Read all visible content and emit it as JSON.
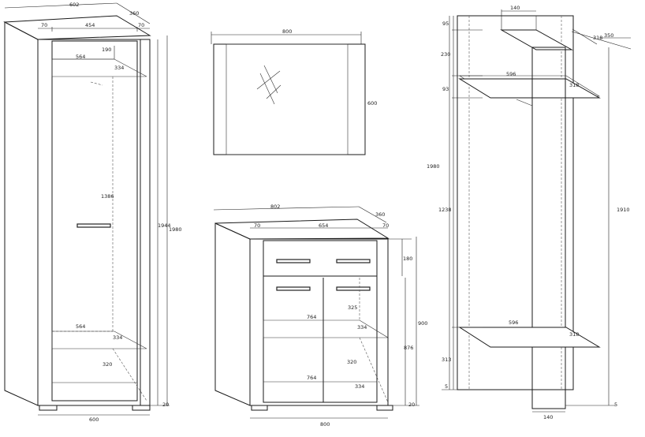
{
  "wardrobe": {
    "w_top": "602",
    "d_top": "360",
    "side_l": "70",
    "inner": "454",
    "side_r": "70",
    "shelf_top": "190",
    "shelf_w1": "564",
    "shelf_d1": "334",
    "inner_h": "1386",
    "h_inner": "1944",
    "h_total": "1980",
    "shelf_w2": "564",
    "shelf_d2": "334",
    "base_h": "320",
    "plinth": "20",
    "w_bottom": "600"
  },
  "mirror": {
    "w": "800",
    "h": "600"
  },
  "commode": {
    "w_top": "802",
    "d_top": "360",
    "side_l": "70",
    "inner": "654",
    "side_r": "70",
    "drawer_h": "180",
    "h_total": "900",
    "h_body": "876",
    "shelf_w1": "764",
    "shelf_d0": "325",
    "shelf_d1": "334",
    "lower_h": "320",
    "shelf_w2": "764",
    "shelf_d2": "334",
    "plinth": "20",
    "w_bottom": "800"
  },
  "hanger": {
    "w_top": "140",
    "d_top1": "318",
    "d_top2": "350",
    "h_top": "95",
    "gap1": "230",
    "h2": "93",
    "shelf_w1": "596",
    "shelf_d1": "318",
    "h_total": "1980",
    "h_mid": "1238",
    "h_panel": "1910",
    "shelf_w2": "596",
    "shelf_d2": "318",
    "h_low": "313",
    "h_base": "5",
    "h_base_r": "5",
    "w_bottom": "140"
  }
}
